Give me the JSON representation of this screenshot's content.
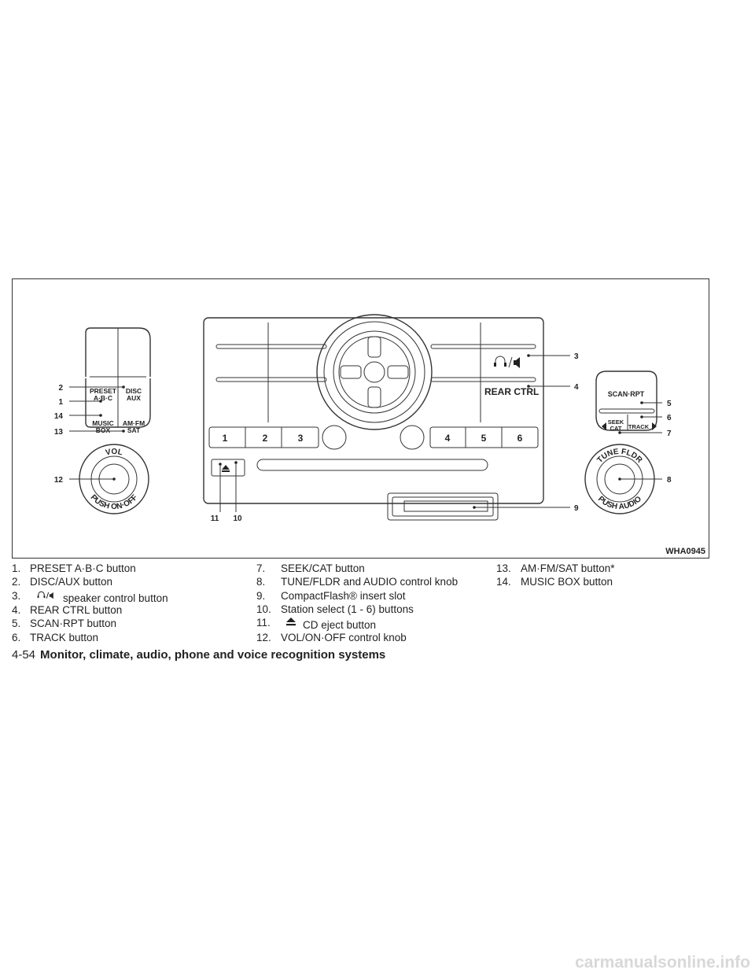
{
  "figure": {
    "code": "WHA0945",
    "callouts": [
      "1",
      "2",
      "3",
      "4",
      "5",
      "6",
      "7",
      "8",
      "9",
      "10",
      "11",
      "12",
      "13",
      "14"
    ],
    "unit_labels": {
      "preset": [
        "PRESET",
        "A·B·C"
      ],
      "disc": [
        "DISC",
        "AUX"
      ],
      "music": [
        "MUSIC",
        "BOX"
      ],
      "amfm": [
        "AM·FM",
        "SAT"
      ],
      "rear_ctrl": "REAR CTRL",
      "scan_rpt": "SCAN·RPT",
      "seek": [
        "SEEK",
        "CAT"
      ],
      "track": "TRACK",
      "vol_top": "VOL",
      "vol_bottom": "PUSH ON·OFF",
      "tune_top": "TUNE FLDR",
      "tune_bottom": "PUSH AUDIO",
      "presets": [
        "1",
        "2",
        "3",
        "4",
        "5",
        "6"
      ]
    }
  },
  "legend": {
    "col1": [
      {
        "num": "1.",
        "text": "PRESET A·B·C button"
      },
      {
        "num": "2.",
        "text": "DISC/AUX button"
      },
      {
        "num": "3.",
        "text": "speaker control button",
        "icon": "headphone-speaker-icon"
      },
      {
        "num": "4.",
        "text": "REAR CTRL button"
      },
      {
        "num": "5.",
        "text": "SCAN·RPT button"
      },
      {
        "num": "6.",
        "text": "TRACK button"
      }
    ],
    "col2": [
      {
        "num": "7.",
        "text": "SEEK/CAT button"
      },
      {
        "num": "8.",
        "text": "TUNE/FLDR and AUDIO control knob"
      },
      {
        "num": "9.",
        "text": "CompactFlash® insert slot"
      },
      {
        "num": "10.",
        "text": "Station select (1 - 6) buttons"
      },
      {
        "num": "11.",
        "text": "CD eject button",
        "icon": "eject-icon"
      },
      {
        "num": "12.",
        "text": "VOL/ON·OFF control knob"
      }
    ],
    "col3": [
      {
        "num": "13.",
        "text": "AM·FM/SAT button*"
      },
      {
        "num": "14.",
        "text": "MUSIC BOX button"
      }
    ]
  },
  "footer": {
    "page": "4-54",
    "title": "Monitor, climate, audio, phone and voice recognition systems"
  },
  "watermark": "carmanualsonline.info"
}
